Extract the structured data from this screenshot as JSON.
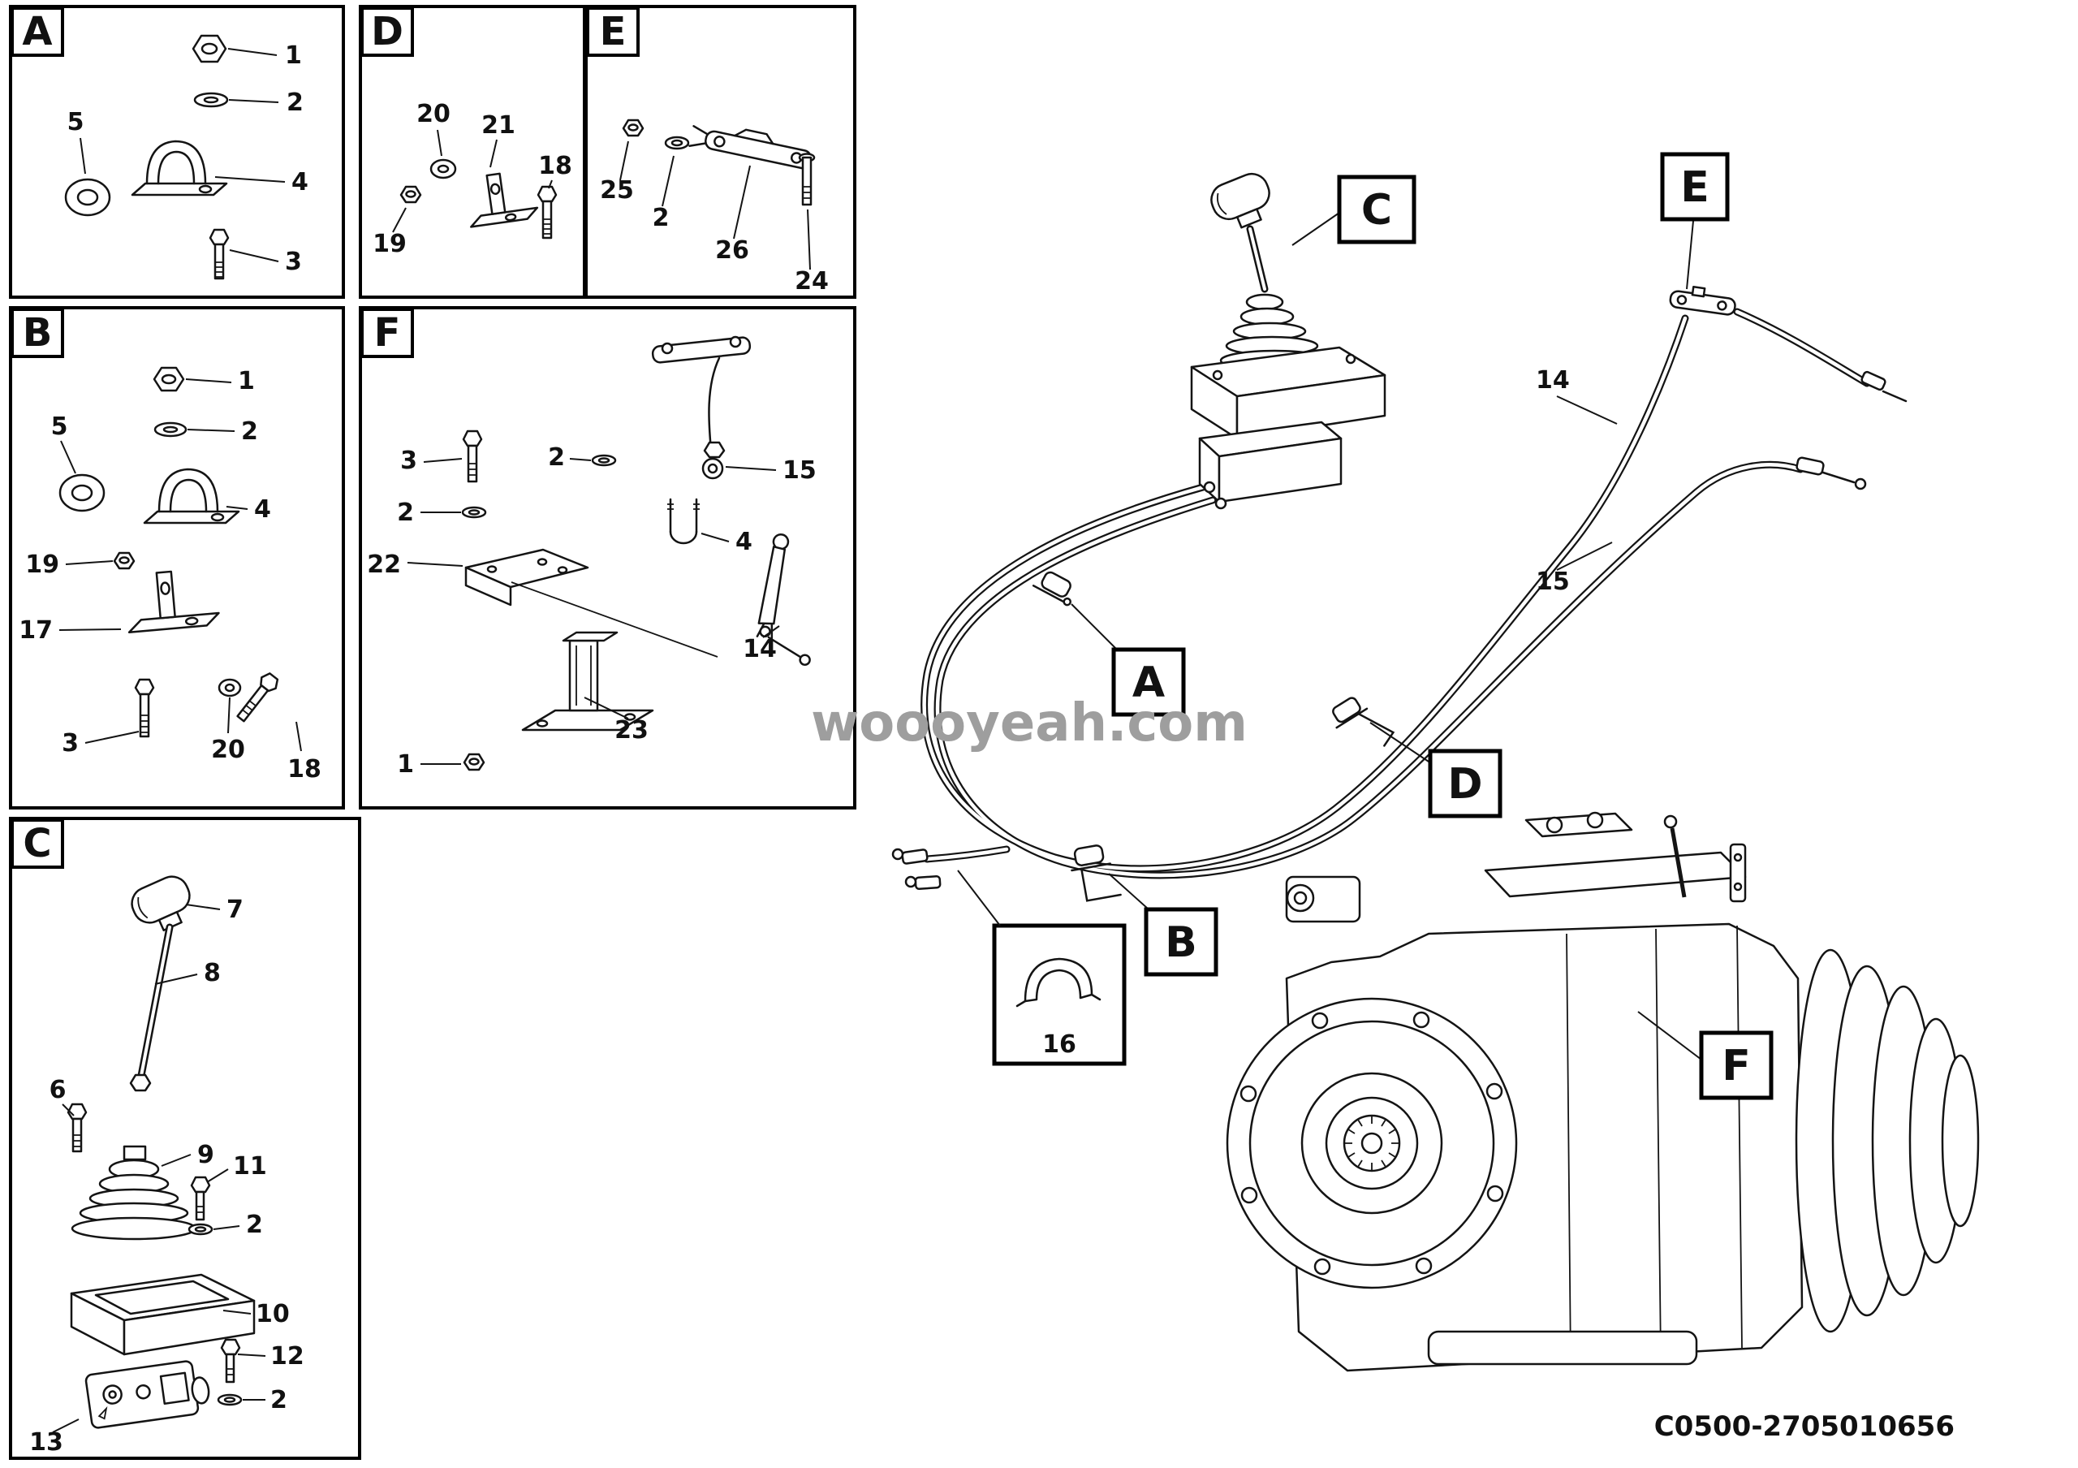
{
  "watermark": "woooyeah.com",
  "doc_number": "C0500-2705010656",
  "panels": {
    "A": {
      "letter": "A",
      "parts": [
        "1",
        "2",
        "5",
        "4",
        "3"
      ]
    },
    "B": {
      "letter": "B",
      "parts": [
        "1",
        "2",
        "5",
        "4",
        "19",
        "17",
        "3",
        "20",
        "18"
      ]
    },
    "C": {
      "letter": "C",
      "parts": [
        "7",
        "8",
        "6",
        "9",
        "11",
        "2",
        "10",
        "12",
        "2",
        "13"
      ]
    },
    "D": {
      "letter": "D",
      "parts": [
        "20",
        "21",
        "19",
        "18"
      ]
    },
    "E": {
      "letter": "E",
      "parts": [
        "25",
        "2",
        "26",
        "24"
      ]
    },
    "F": {
      "letter": "F",
      "parts": [
        "3",
        "2",
        "15",
        "2",
        "22",
        "4",
        "14",
        "23",
        "1"
      ]
    }
  },
  "main": {
    "callouts": {
      "A": "A",
      "B": "B",
      "C": "C",
      "D": "D",
      "E": "E",
      "F": "F"
    },
    "cable_labels": {
      "c14": "14",
      "c15": "15",
      "c16": "16"
    }
  }
}
